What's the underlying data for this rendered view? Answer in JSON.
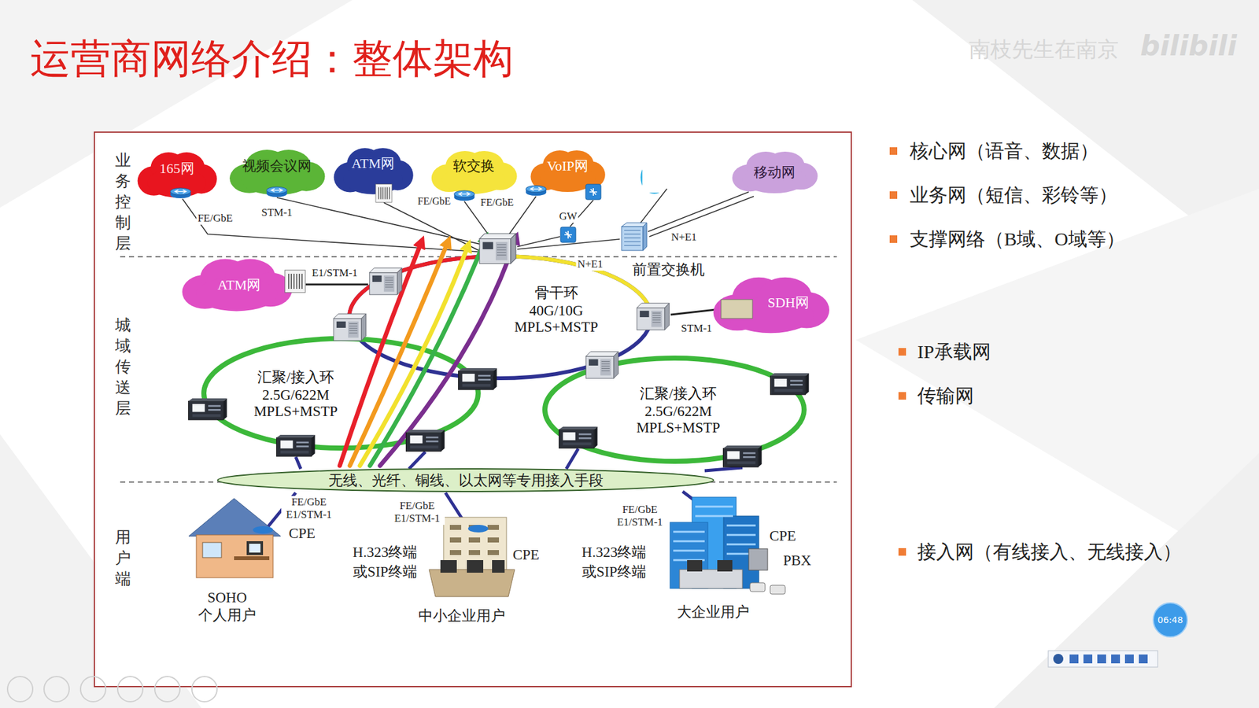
{
  "diagram": {
    "title": "运营商网络介绍：整体架构",
    "nodes": [
      {
        "text": [
          "165网"
        ]
      },
      {
        "text": [
          "视频会议网"
        ]
      },
      {
        "text": [
          "ATM网"
        ]
      },
      {
        "text": [
          "软交换"
        ]
      },
      {
        "text": [
          "VoIP网"
        ]
      },
      {
        "text": [
          "移动网"
        ]
      },
      {
        "text": [
          "ATM网"
        ]
      },
      {
        "text": [
          "骨干环 40G/10G MPLS+MSTP"
        ]
      },
      {
        "text": [
          "SDH网"
        ]
      },
      {
        "text": [
          "汇聚/接入环 2.5G/622M MPLS+MSTP"
        ]
      },
      {
        "text": [
          "汇聚/接入环 2.5G/622M MPLS+MSTP"
        ]
      },
      {
        "text": [
          "无线、光纤、铜线、以太网等专用接入手段"
        ]
      },
      {
        "text": [
          "06:48"
        ]
      }
    ],
    "labels": [
      "南枝先生在南京",
      "bilibili",
      "业务控制层",
      "城域传送层",
      "用户端",
      "FE/GbE",
      "STM-1",
      "FE/GbE",
      "FE/GbE",
      "GW",
      "N+E1",
      "N+E1",
      "前置交换机",
      "E1/STM-1",
      "STM-1",
      "FE/GbE E1/STM-1",
      "CPE",
      "SOHO",
      "个人用户",
      "FE/GbE E1/STM-1",
      "H.323终端 或SIP终端",
      "CPE",
      "中小企业用户",
      "FE/GbE E1/STM-1",
      "H.323终端 或SIP终端",
      "CPE",
      "PBX",
      "大企业用户",
      "核心网（语音、数据）",
      "业务网（短信、彩铃等）",
      "支撑网络（B域、O域等）",
      "IP承载网",
      "传输网",
      "接入网（有线接入、无线接入）"
    ]
  }
}
